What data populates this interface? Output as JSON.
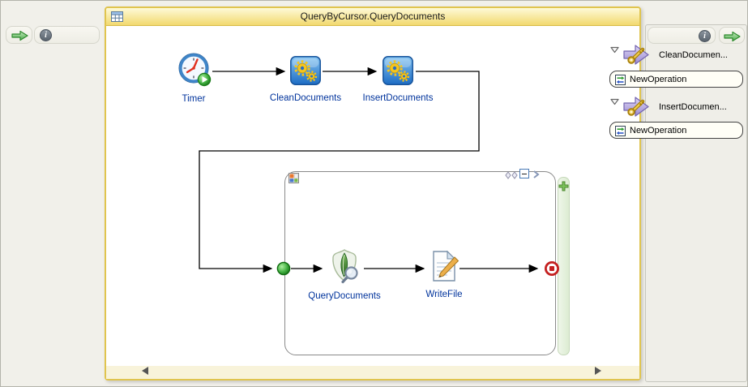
{
  "window": {
    "title": "QueryByCursor.QueryDocuments"
  },
  "flow": {
    "timer": "Timer",
    "clean": "CleanDocuments",
    "insert": "InsertDocuments",
    "query": "QueryDocuments",
    "write": "WriteFile"
  },
  "right_panel": {
    "items": [
      {
        "label": "CleanDocumen...",
        "operation": "NewOperation"
      },
      {
        "label": "InsertDocumen...",
        "operation": "NewOperation"
      }
    ]
  },
  "icons": {
    "info_glyph": "i"
  },
  "colors": {
    "titlebar_top": "#fefad8",
    "titlebar_bottom": "#f2d96f",
    "window_border": "#e0c44e",
    "node_label_blue": "#00339c",
    "step_box_blue": "#2a72c8",
    "gear_yellow": "#f5c51d",
    "start_green": "#2f9e2f",
    "stop_red": "#c42020",
    "port_purple": "#b4a6e0",
    "key_gold": "#d4a817",
    "plus_green": "#69b045"
  }
}
